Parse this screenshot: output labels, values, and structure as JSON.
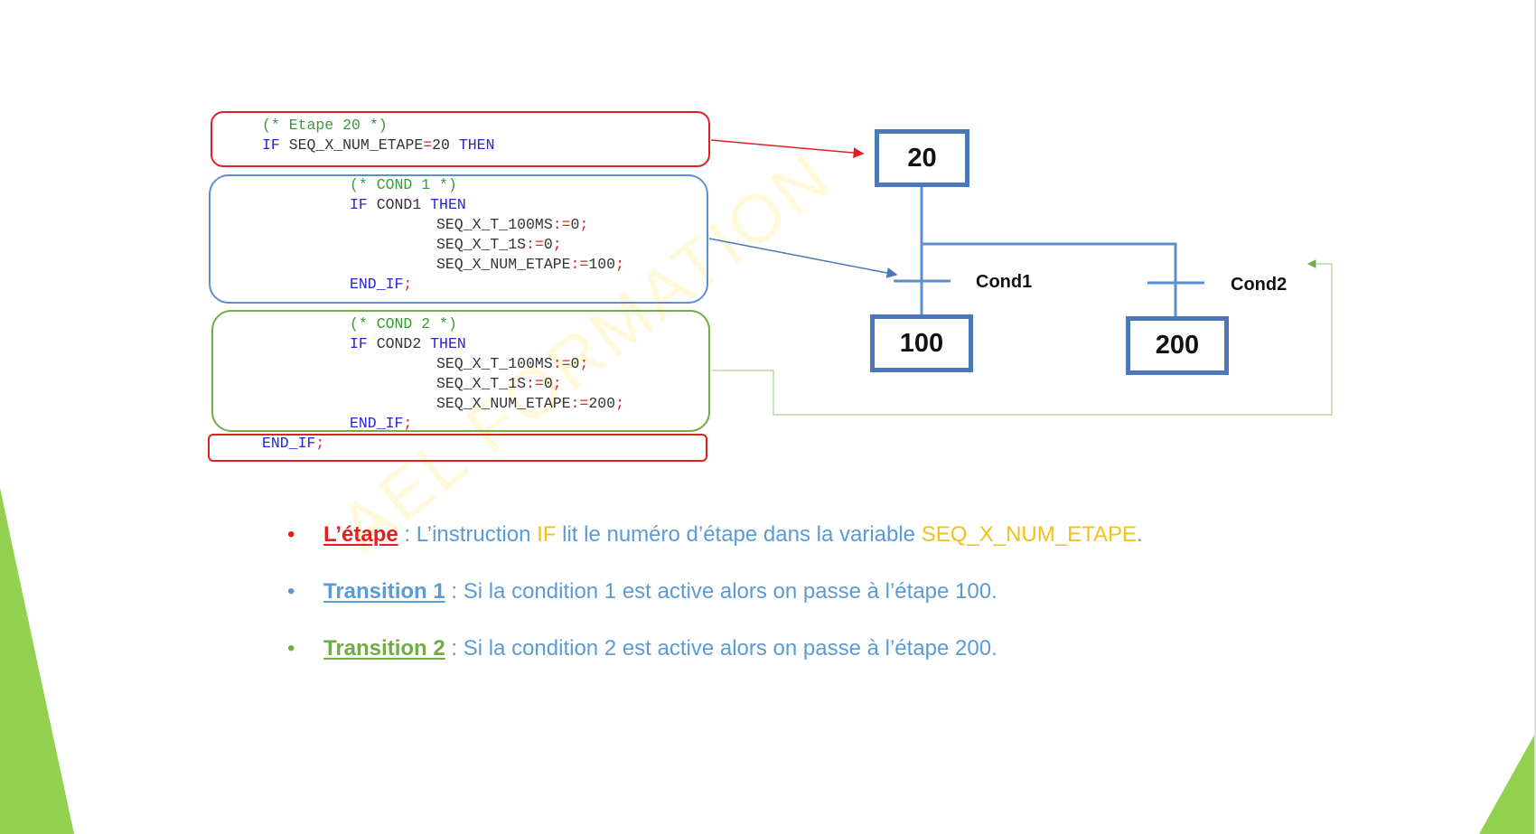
{
  "colors": {
    "red": "#e02020",
    "blue": "#5b8fcf",
    "green": "#70ad47",
    "yellow": "#f2c01e",
    "step_border": "#4a78b8",
    "accent_green": "#92d050"
  },
  "watermark": "AEL FORMATION",
  "code": [
    {
      "indent": "",
      "segments": [
        {
          "t": "cm",
          "v": "(* Etape 20 *)"
        }
      ]
    },
    {
      "indent": "",
      "segments": [
        {
          "t": "kw",
          "v": "IF "
        },
        {
          "t": "id",
          "v": "SEQ_X_NUM_ETAPE"
        },
        {
          "t": "op",
          "v": "="
        },
        {
          "t": "id",
          "v": "20 "
        },
        {
          "t": "kw",
          "v": "THEN"
        }
      ]
    },
    {
      "indent": "1",
      "segments": [
        {
          "t": "cm",
          "v": "(* COND 1 *)"
        }
      ]
    },
    {
      "indent": "1",
      "segments": [
        {
          "t": "kw",
          "v": "IF "
        },
        {
          "t": "id",
          "v": "COND1 "
        },
        {
          "t": "kw",
          "v": "THEN"
        }
      ]
    },
    {
      "indent": "2",
      "segments": [
        {
          "t": "id",
          "v": "SEQ_X_T_100MS"
        },
        {
          "t": "op",
          "v": ":="
        },
        {
          "t": "id",
          "v": "0"
        },
        {
          "t": "op",
          "v": ";"
        }
      ]
    },
    {
      "indent": "2",
      "segments": [
        {
          "t": "id",
          "v": "SEQ_X_T_1S"
        },
        {
          "t": "op",
          "v": ":="
        },
        {
          "t": "id",
          "v": "0"
        },
        {
          "t": "op",
          "v": ";"
        }
      ]
    },
    {
      "indent": "2",
      "segments": [
        {
          "t": "id",
          "v": "SEQ_X_NUM_ETAPE"
        },
        {
          "t": "op",
          "v": ":="
        },
        {
          "t": "id",
          "v": "100"
        },
        {
          "t": "op",
          "v": ";"
        }
      ]
    },
    {
      "indent": "1",
      "segments": [
        {
          "t": "kw",
          "v": "END_IF"
        },
        {
          "t": "op",
          "v": ";"
        }
      ]
    },
    {
      "indent": "1",
      "segments": [
        {
          "t": "cm",
          "v": "(* COND 2 *)"
        }
      ]
    },
    {
      "indent": "1",
      "segments": [
        {
          "t": "kw",
          "v": "IF "
        },
        {
          "t": "id",
          "v": "COND2 "
        },
        {
          "t": "kw",
          "v": "THEN"
        }
      ]
    },
    {
      "indent": "2",
      "segments": [
        {
          "t": "id",
          "v": "SEQ_X_T_100MS"
        },
        {
          "t": "op",
          "v": ":="
        },
        {
          "t": "id",
          "v": "0"
        },
        {
          "t": "op",
          "v": ";"
        }
      ]
    },
    {
      "indent": "2",
      "segments": [
        {
          "t": "id",
          "v": "SEQ_X_T_1S"
        },
        {
          "t": "op",
          "v": ":="
        },
        {
          "t": "id",
          "v": "0"
        },
        {
          "t": "op",
          "v": ";"
        }
      ]
    },
    {
      "indent": "2",
      "segments": [
        {
          "t": "id",
          "v": "SEQ_X_NUM_ETAPE"
        },
        {
          "t": "op",
          "v": ":="
        },
        {
          "t": "id",
          "v": "200"
        },
        {
          "t": "op",
          "v": ";"
        }
      ]
    },
    {
      "indent": "1",
      "segments": [
        {
          "t": "kw",
          "v": "END_IF"
        },
        {
          "t": "op",
          "v": ";"
        }
      ]
    },
    {
      "indent": "",
      "segments": [
        {
          "t": "kw",
          "v": "END_IF"
        },
        {
          "t": "op",
          "v": ";"
        }
      ]
    }
  ],
  "grafcet": {
    "steps": [
      "20",
      "100",
      "200"
    ],
    "conditions": [
      "Cond1",
      "Cond2"
    ]
  },
  "bullets": [
    {
      "title": "L’étape",
      "parts": [
        " : L’instruction ",
        "IF",
        " lit le numéro d’étape dans la variable ",
        "SEQ_X_NUM_ETAPE",
        "."
      ]
    },
    {
      "title": "Transition 1",
      "text": " : Si la condition 1 est active alors on passe à l’étape 100."
    },
    {
      "title": "Transition 2",
      "text": " : Si la condition 2 est active alors on passe à l’étape 200."
    }
  ],
  "bullet_char": "•"
}
